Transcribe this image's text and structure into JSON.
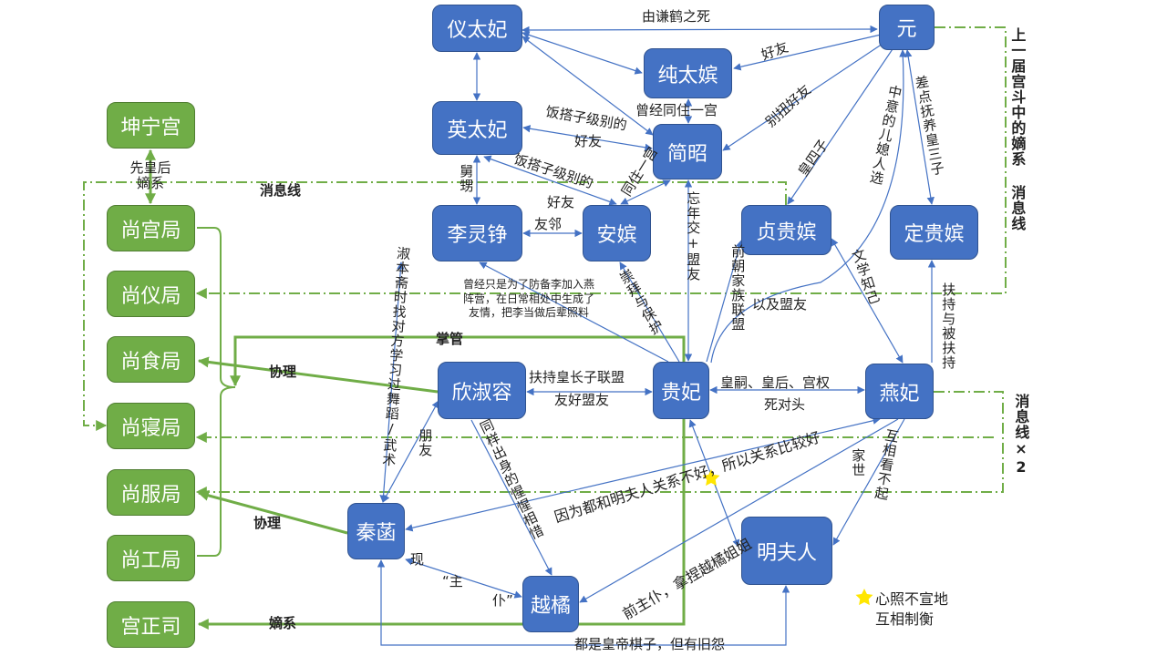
{
  "colors": {
    "blue_node": "#4472C4",
    "green_node": "#70AD47",
    "edge": "#4472C4",
    "green_line": "#70AD47",
    "star": "#FFE600"
  },
  "nodes": {
    "yi_taifei": "仪太妃",
    "chun_taipin": "纯太嫔",
    "yuan": "元",
    "ying_taifei": "英太妃",
    "jian_zhao": "简昭",
    "li_lingzheng": "李灵铮",
    "an_pin": "安嫔",
    "zhen_guipin": "贞贵嫔",
    "ding_guipin": "定贵嫔",
    "xin_shurong": "欣淑容",
    "gui_fei": "贵妃",
    "yan_fei": "燕妃",
    "qin_han": "秦菡",
    "yue_ju": "越橘",
    "ming_furen": "明夫人"
  },
  "departments": [
    "坤宁宫",
    "尚宫局",
    "尚仪局",
    "尚食局",
    "尚寝局",
    "尚服局",
    "尚工局",
    "宫正司"
  ],
  "edge_labels": {
    "yi_yuan": "由谦鹤之死",
    "yuan_chun": "好友",
    "chun_jian": "曾经同住一宫",
    "yuan_jian": "别扭好友",
    "yuan_zhen": "皇四子",
    "yuan_guifei": "中意的儿媳人选",
    "yuan_ding": "差点抚养皇三子",
    "ying_jian_1": "饭搭子级别的",
    "ying_jian_2": "好友",
    "ying_an_1": "饭搭子级别的",
    "ying_an_2": "好友",
    "ying_li": "舅甥",
    "jian_an": "同住一宫",
    "li_an": "友邻",
    "guifei_jian": "忘年交+盟友",
    "guifei_li_1": "曾经只是为了防备李加入燕",
    "guifei_li_2": "阵营，在日常相处中生成了",
    "guifei_li_3": "友情，把李当做后辈照料",
    "guifei_an": "崇拜与保护",
    "guifei_zhen": "前朝家族联盟",
    "guifei_yuan": "以及盟友",
    "zhen_yan": "文学知己",
    "yan_ding": "扶持与被扶持",
    "xin_guifei_1": "扶持皇长子联盟",
    "xin_guifei_2": "友好盟友",
    "guifei_yan_1": "皇嗣、皇后、宫权",
    "guifei_yan_2": "死对头",
    "qin_li": "淑本斋时找对方学习过舞蹈/武术",
    "qin_xin": "朋友",
    "xin_yue": "同样出身的惺惺相惜",
    "yan_qin": "因为都和明夫人关系不好，所以关系比较好",
    "yan_yue": "前主仆，拿捏越橘姐姐",
    "yan_ming_1": "互相看不起",
    "yan_ming_2": "家世",
    "qin_yue_1": "现",
    "qin_yue_2": "“主",
    "qin_yue_3": "仆”",
    "qin_ming": "都是皇帝棋子，但有旧怨",
    "kunning_shanggong": "先皇后嫡系"
  },
  "green_labels": {
    "zhangguan": "掌管",
    "xieli_1": "协理",
    "xieli_2": "协理",
    "dixi": "嫡系",
    "xiaoxi": "消息线",
    "side_1": "上一届宫斗中的嫡系 消息线",
    "side_2": "消息线×2"
  },
  "legend": {
    "icon": "star-icon",
    "line_1": "心照不宣地",
    "line_2": "互相制衡"
  }
}
